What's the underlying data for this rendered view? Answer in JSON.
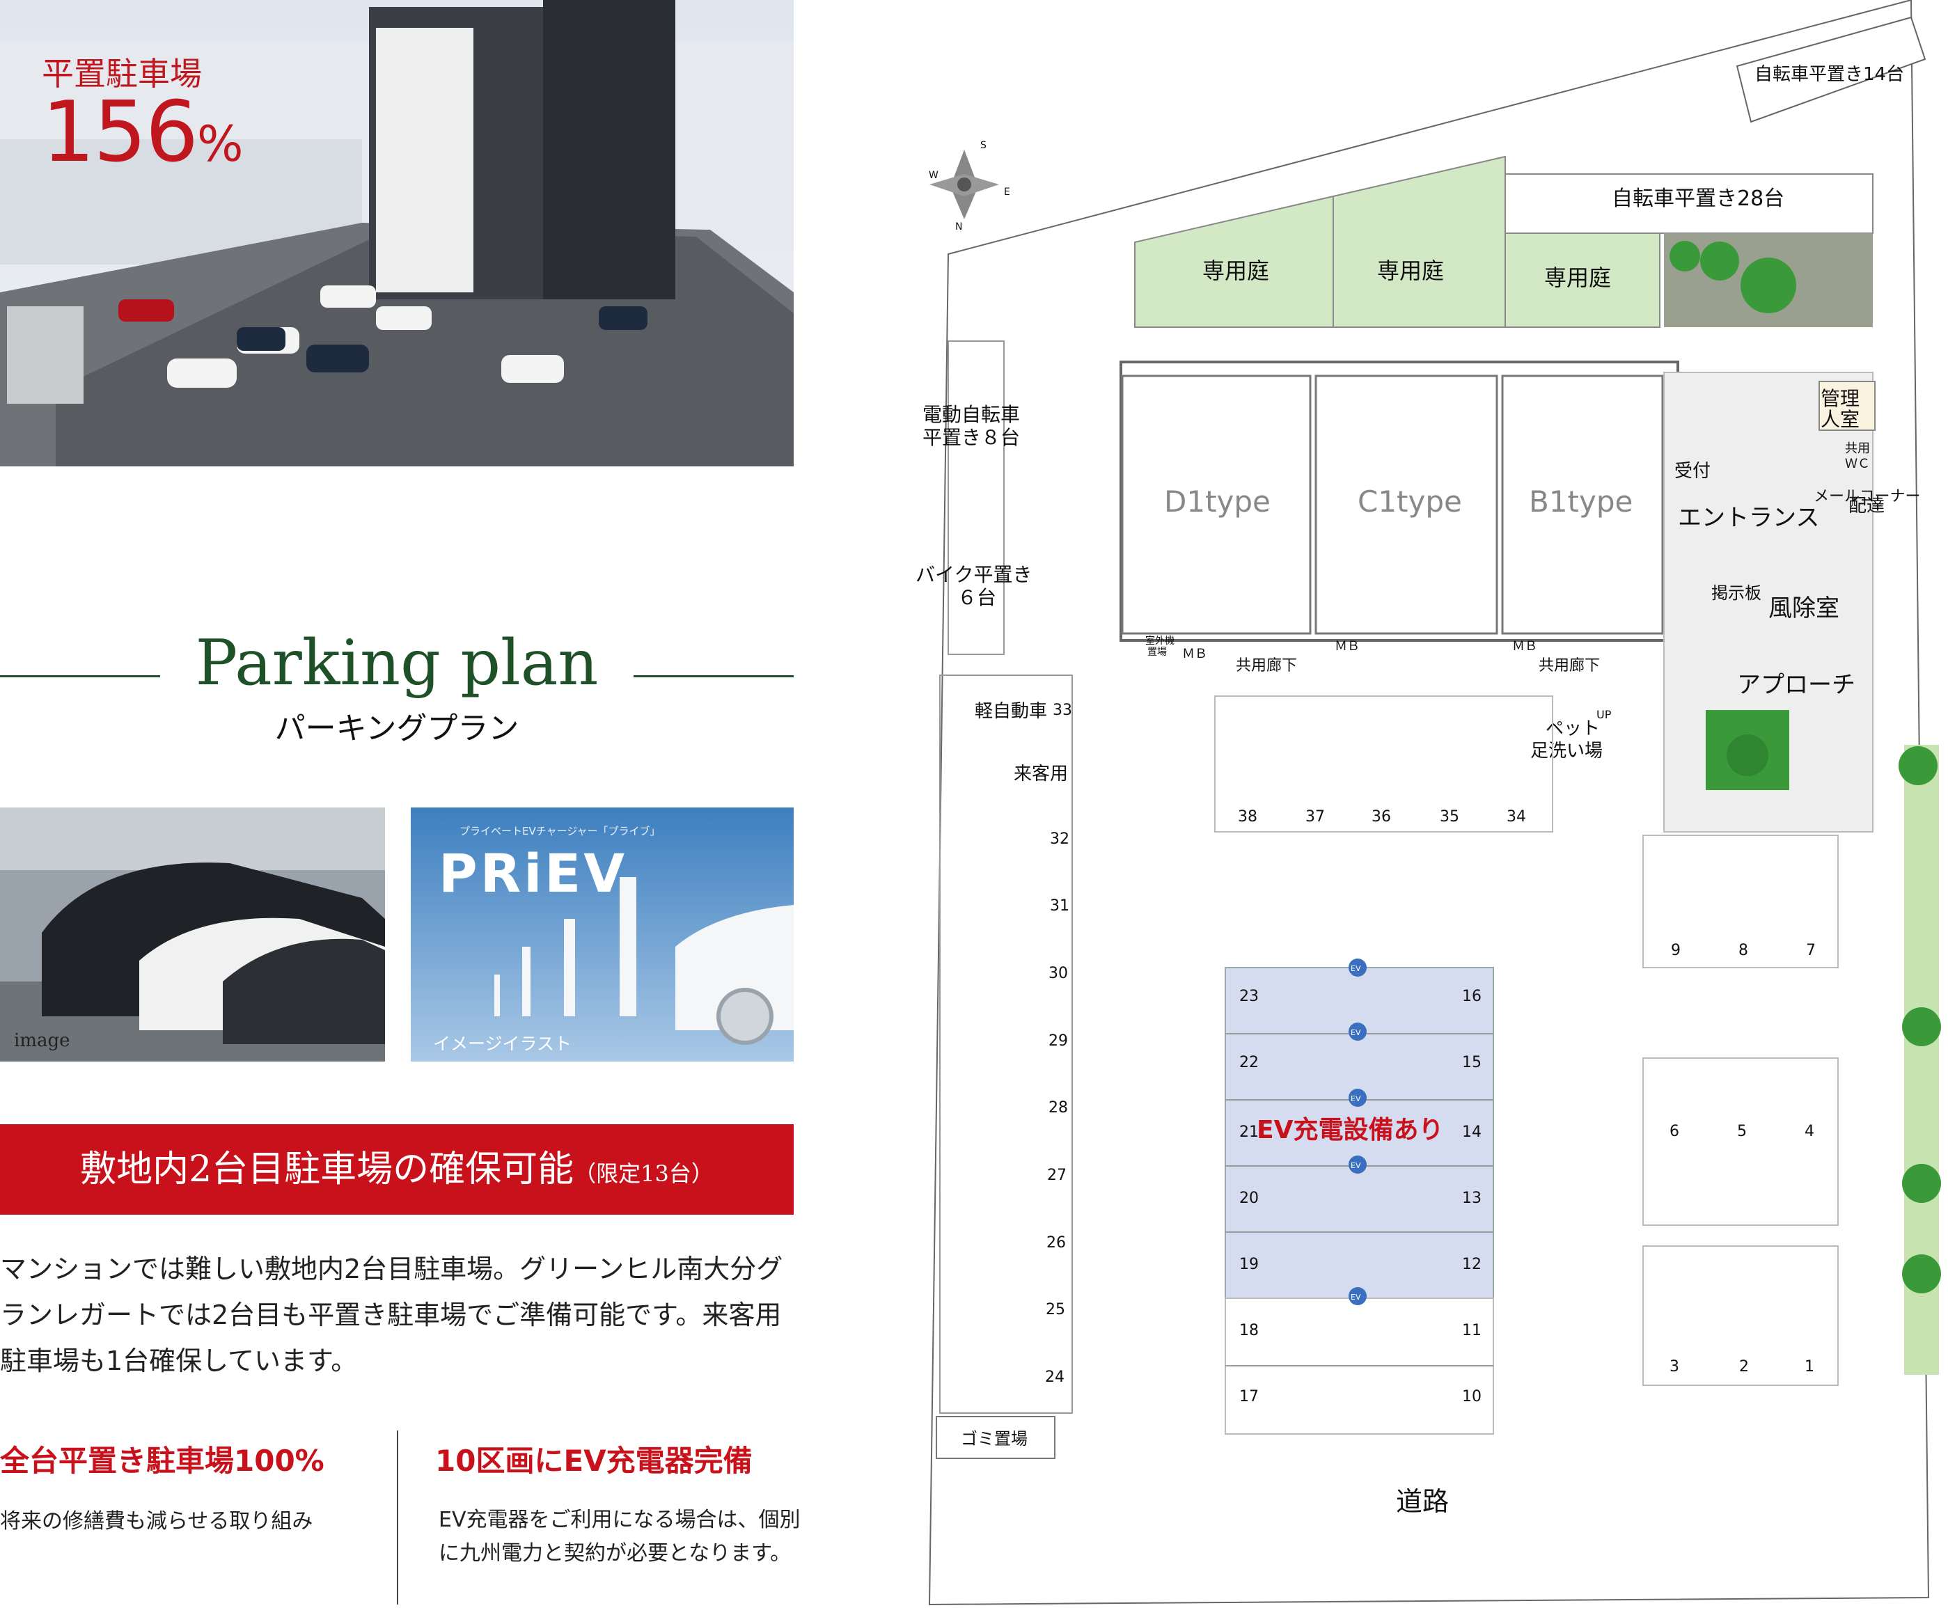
{
  "hero": {
    "label": "平置駐車場",
    "value": "156",
    "unit": "%"
  },
  "section": {
    "title": "Parking plan",
    "subtitle": "パーキングプラン"
  },
  "photos": {
    "cars_caption": "image",
    "ev_brand": "PRiEV",
    "ev_brand_sub": "プライベートEVチャージャー「プライブ」",
    "ev_caption": "イメージイラスト"
  },
  "banner": {
    "main": "敷地内2台目駐車場の確保可能",
    "note": "（限定13台）"
  },
  "body_text": "マンションでは難しい敷地内2台目駐車場。グリーンヒル南大分グランレガートでは2台目も平置き駐車場でご準備可能です。来客用駐車場も1台確保しています。",
  "features": [
    {
      "title": "全台平置き駐車場100%",
      "text": "将来の修繕費も減らせる取り組み"
    },
    {
      "title": "10区画にEV充電器完備",
      "text": "EV充電器をご利用になる場合は、個別に九州電力と契約が必要となります。"
    }
  ],
  "plan": {
    "compass": {
      "n": "N",
      "s": "S",
      "e": "E",
      "w": "W"
    },
    "bike14": "自転車平置き14台",
    "bike28": "自転車平置き28台",
    "gardens": [
      "専用庭",
      "専用庭",
      "専用庭"
    ],
    "units": [
      "D1type",
      "C1type",
      "B1type"
    ],
    "ebike": [
      "電動自転車",
      "平置き８台"
    ],
    "moto": [
      "バイク平置き",
      "６台"
    ],
    "kanri": [
      "管理",
      "人室"
    ],
    "wc": [
      "共用",
      "ＷＣ"
    ],
    "uketsuke": "受付",
    "entrance": "エントランス",
    "mail": "メールコーナー",
    "delivery": "配達",
    "board": "掲示板",
    "windbreak": "風除室",
    "approach": "アプローチ",
    "outdoor_unit": [
      "室外機",
      "置場"
    ],
    "mb": "ＭＢ",
    "corridor": "共用廊下",
    "pet": [
      "ペット",
      "足洗い場"
    ],
    "up": "UP",
    "kei": "軽自動車",
    "guest": "来客用",
    "ev_label": "EV",
    "ev_area": "EV充電設備あり",
    "trash": "ゴミ置場",
    "road": "道路",
    "west_spaces": [
      "33",
      "32",
      "31",
      "30",
      "29",
      "28",
      "27",
      "26",
      "25",
      "24"
    ],
    "top_spaces": [
      "38",
      "37",
      "36",
      "35",
      "34"
    ],
    "ev_left": [
      "23",
      "22",
      "21",
      "20",
      "19",
      "18",
      "17"
    ],
    "ev_right": [
      "16",
      "15",
      "14",
      "13",
      "12",
      "11",
      "10"
    ],
    "east_top": [
      "9",
      "8",
      "7"
    ],
    "east_mid": [
      "6",
      "5",
      "4"
    ],
    "east_bot": [
      "3",
      "2",
      "1"
    ]
  }
}
